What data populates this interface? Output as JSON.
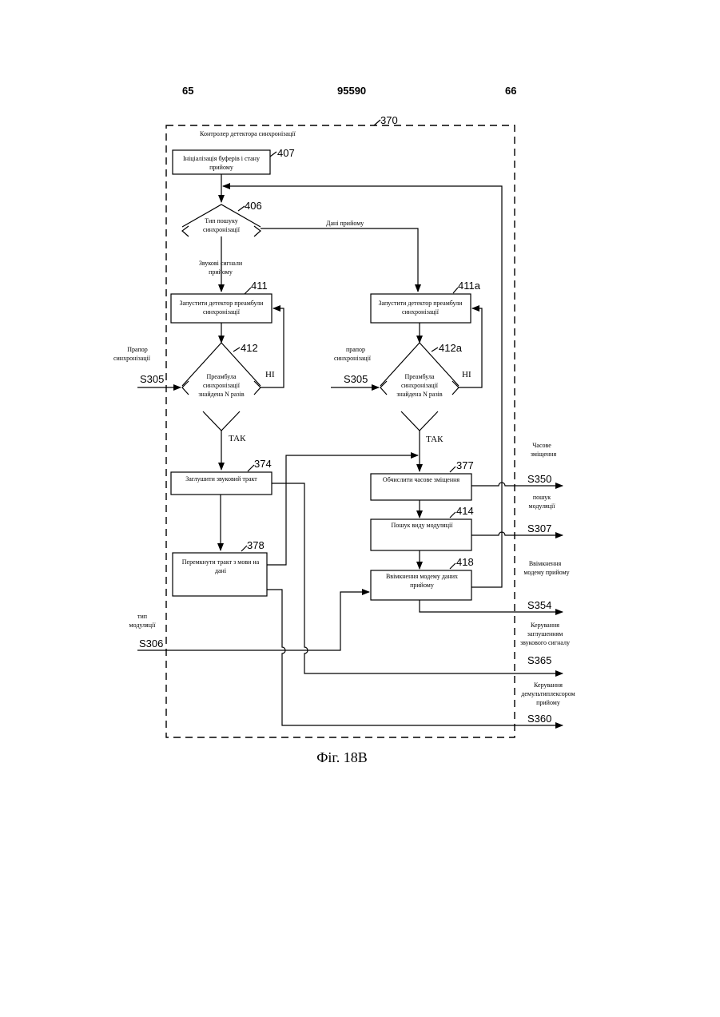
{
  "header": {
    "left_page": "65",
    "doc_number": "95590",
    "right_page": "66"
  },
  "controller": {
    "label": "Контролер детектора синхронізації",
    "ref": "370"
  },
  "blocks": {
    "b407": {
      "ref": "407",
      "line1": "Ініціалізація буферів і стану",
      "line2": "прийому"
    },
    "d406": {
      "ref": "406",
      "line1": "Тип пошуку",
      "line2": "синхронізації"
    },
    "b411": {
      "ref": "411",
      "line1": "Запустити детектор преамбули",
      "line2": "синхронізації"
    },
    "b411a": {
      "ref": "411a",
      "line1": "Запустити детектор преамбули",
      "line2": "синхронізації"
    },
    "d412": {
      "ref": "412",
      "line1": "Преамбула",
      "line2": "синхронізації",
      "line3": "знайдена N разів"
    },
    "d412a": {
      "ref": "412a",
      "line1": "Преамбула",
      "line2": "синхронізації",
      "line3": "знайдена N разів"
    },
    "b374": {
      "ref": "374",
      "line1": "Заглушити звуковий тракт"
    },
    "b377": {
      "ref": "377",
      "line1": "Обчислити часове зміщення"
    },
    "b378": {
      "ref": "378",
      "line1": "Перемкнути тракт з мови на",
      "line2": "дані"
    },
    "b414": {
      "ref": "414",
      "line1": "Пошук виду модуляції"
    },
    "b418": {
      "ref": "418",
      "line1": "Ввімкнення модему даних",
      "line2": "прийому"
    }
  },
  "branches": {
    "voice_1": "Звукові сигнали",
    "voice_2": "прийому",
    "data": "Дані прийому",
    "no_left": "НІ",
    "no_right": "НІ",
    "yes_left": "ТАК",
    "yes_right": "ТАК"
  },
  "inputs": {
    "flag_left_1": "Прапор",
    "flag_left_2": "синхронізації",
    "s305_left": "S305",
    "flag_right_1": "прапор",
    "flag_right_2": "синхронізації",
    "s305_right": "S305",
    "mod_type_1": "тип",
    "mod_type_2": "модуляції",
    "s306": "S306"
  },
  "outputs": {
    "time_offset_1": "Часове",
    "time_offset_2": "зміщення",
    "s350": "S350",
    "mod_search_1": "пошук",
    "mod_search_2": "модуляції",
    "s307": "S307",
    "modem_on_1": "Ввімкнення",
    "modem_on_2": "модему прийому",
    "s354": "S354",
    "mute_ctrl_1": "Керування",
    "mute_ctrl_2": "заглушенням",
    "mute_ctrl_3": "звукового сигналу",
    "s365": "S365",
    "demux_ctrl_1": "Керування",
    "demux_ctrl_2": "демультиплексором",
    "demux_ctrl_3": "прийому",
    "s360": "S360"
  },
  "caption": "Фіг. 18В"
}
